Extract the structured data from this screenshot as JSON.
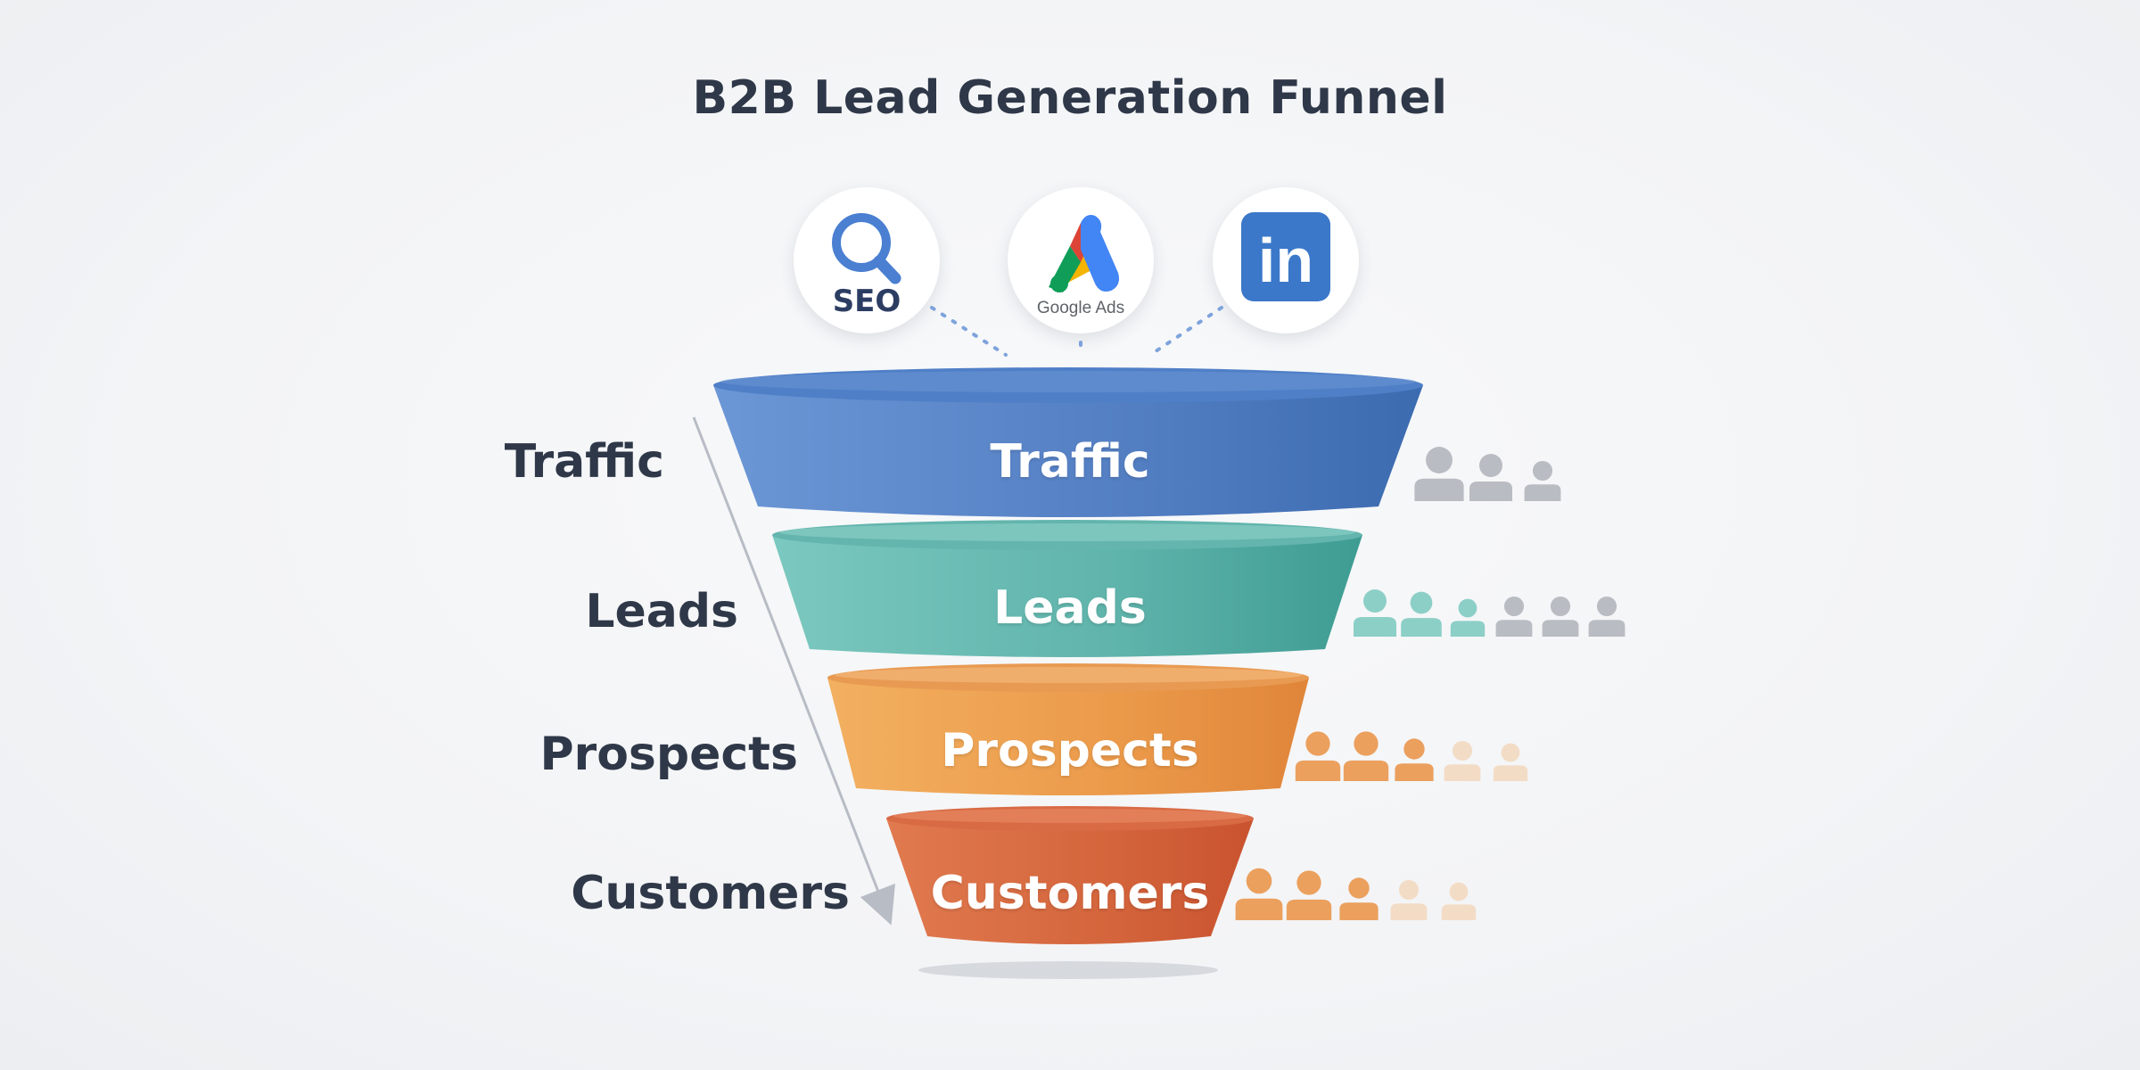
{
  "title": "B2B Lead Generation Funnel",
  "channels": [
    {
      "name": "seo",
      "label": "SEO",
      "icon": "magnifier-icon",
      "color": "#4a7fd1"
    },
    {
      "name": "google-ads",
      "label": "Google Ads",
      "icon": "google-ads-logo-icon",
      "colors": [
        "#f4b400",
        "#db4437",
        "#0f9d58",
        "#4285f4"
      ]
    },
    {
      "name": "linkedin",
      "label": "in",
      "icon": "linkedin-logo-icon",
      "color": "#3b78c9"
    }
  ],
  "stages": [
    {
      "name": "traffic",
      "label": "Traffic",
      "color_dark": "#3c6bb0",
      "color_light": "#6b97d6",
      "people_icons": [
        "person-icon-gray",
        "person-icon-gray",
        "person-icon-gray"
      ]
    },
    {
      "name": "leads",
      "label": "Leads",
      "color_dark": "#3e9c93",
      "color_light": "#7bc8c0",
      "people_icons": [
        "person-icon-teal",
        "person-icon-teal",
        "person-icon-teal",
        "person-icon-gray",
        "person-icon-gray",
        "person-icon-gray"
      ]
    },
    {
      "name": "prospects",
      "label": "Prospects",
      "color_dark": "#e0853a",
      "color_light": "#f2b060",
      "people_icons": [
        "person-icon-orange",
        "person-icon-orange",
        "person-icon-orange",
        "person-icon-faded",
        "person-icon-faded"
      ]
    },
    {
      "name": "customers",
      "label": "Customers",
      "color_dark": "#c9532f",
      "color_light": "#e17a4f",
      "people_icons": [
        "person-icon-orange",
        "person-icon-orange",
        "person-icon-orange",
        "person-icon-faded",
        "person-icon-faded"
      ]
    }
  ],
  "left_labels": [
    "Traffic",
    "Leads",
    "Prospects",
    "Customers"
  ],
  "colors": {
    "gray_person": "#b9bcc2",
    "teal_person": "#8ccfc7",
    "orange_person": "#eba05e",
    "faded_person": "#f3dcc6"
  }
}
